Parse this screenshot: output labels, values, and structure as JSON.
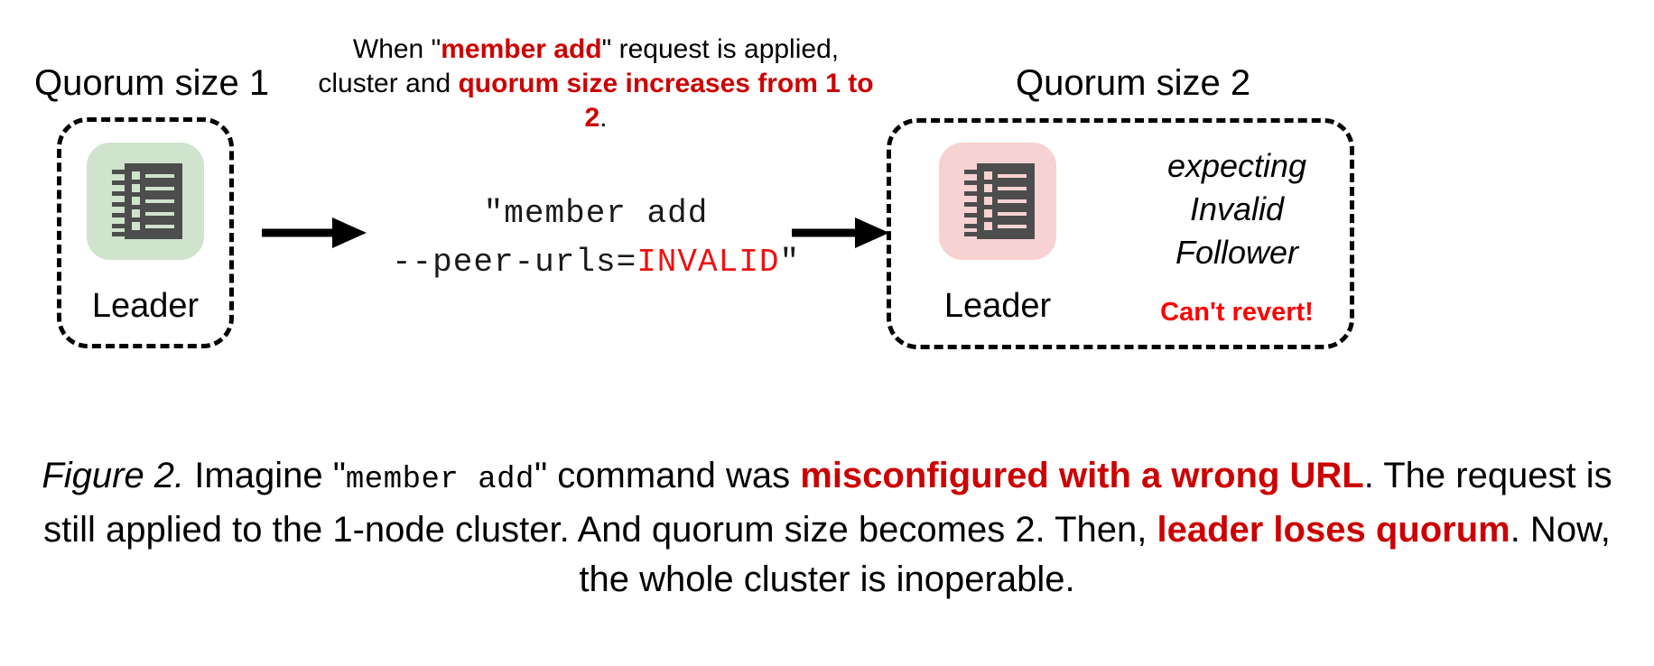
{
  "figure": {
    "left_panel": {
      "quorum_label": "Quorum size 1",
      "node_label": "Leader",
      "node_color": "#cfe3cd"
    },
    "right_panel": {
      "quorum_label": "Quorum size 2",
      "node_label": "Leader",
      "node_color": "#f7d2d2",
      "status_line_1": "expecting",
      "status_line_2": "Invalid",
      "status_line_3": "Follower",
      "warning": "Can't revert!",
      "warning_color": "#ff0000"
    },
    "top_annotation": {
      "part_1": "When \"",
      "emphasis_1": "member add",
      "part_2": "\" request is applied, cluster and ",
      "emphasis_2": "quorum size increases from 1 to 2",
      "part_3": ".",
      "emphasis_color": "#cc0000"
    },
    "command": {
      "line_1": "\"member add",
      "line_2_prefix": "--peer-urls=",
      "line_2_value": "INVALID",
      "line_2_suffix": "\"",
      "value_color": "#ee1111"
    },
    "arrows": {
      "left_arrow": "arrow-right-icon",
      "right_arrow": "arrow-right-icon"
    },
    "caption": {
      "figure_number": "Figure 2.",
      "text_1": " Imagine \"",
      "mono_1": "member add",
      "text_2": "\" command was ",
      "red_1": "misconfigured with a wrong URL",
      "text_3": ". The request is still applied to the 1-node cluster. And quorum size becomes 2. Then, ",
      "red_2": "leader loses quorum",
      "text_4": ". Now, the whole cluster is inoperable."
    }
  }
}
